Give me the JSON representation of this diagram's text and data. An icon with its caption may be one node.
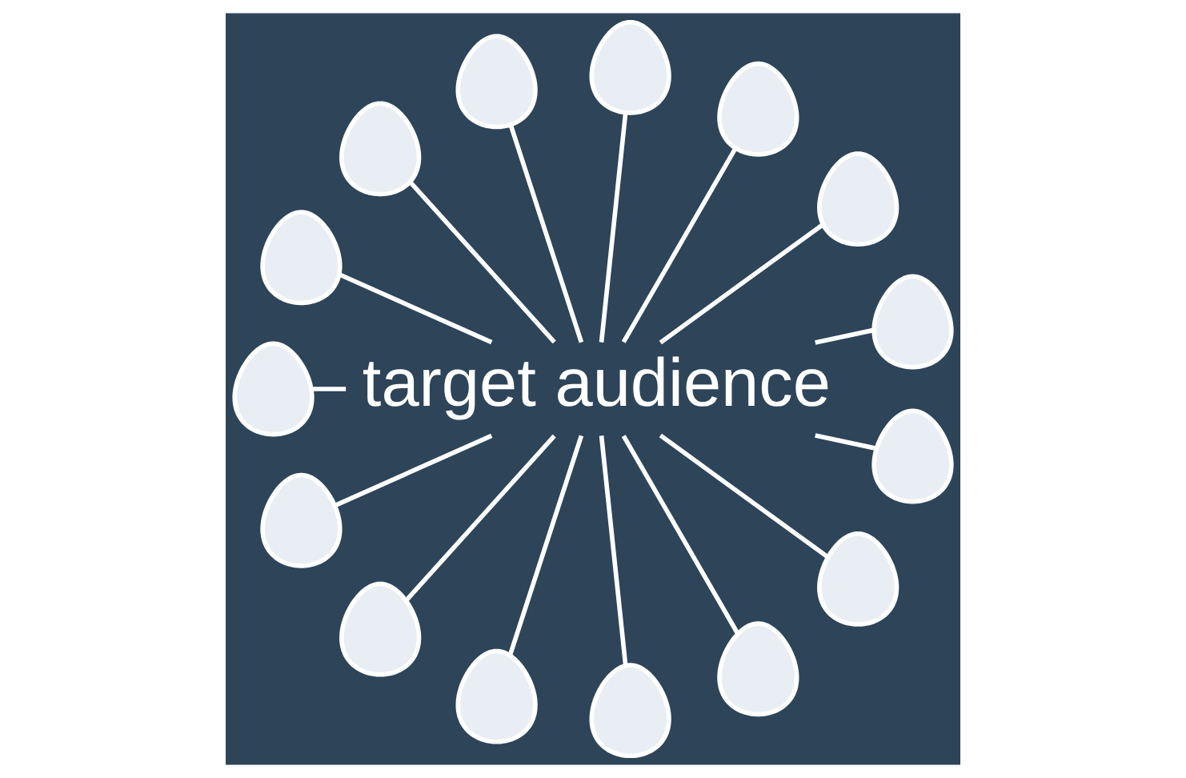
{
  "diagram": {
    "nodes": [
      {
        "text": [
          "target audience"
        ]
      },
      {
        "text": [],
        "shape": "person"
      },
      {
        "text": [],
        "shape": "person"
      },
      {
        "text": [],
        "shape": "person"
      },
      {
        "text": [],
        "shape": "person"
      },
      {
        "text": [],
        "shape": "person"
      },
      {
        "text": [],
        "shape": "person"
      },
      {
        "text": [],
        "shape": "person"
      },
      {
        "text": [],
        "shape": "person"
      },
      {
        "text": [],
        "shape": "person"
      },
      {
        "text": [],
        "shape": "person"
      },
      {
        "text": [],
        "shape": "person"
      },
      {
        "text": [],
        "shape": "person"
      },
      {
        "text": [],
        "shape": "person"
      },
      {
        "text": [],
        "shape": "person"
      },
      {
        "text": [],
        "shape": "person"
      }
    ],
    "edges": [
      {
        "from": 0,
        "to": 1,
        "arrow": "none"
      },
      {
        "from": 0,
        "to": 2,
        "arrow": "none"
      },
      {
        "from": 0,
        "to": 3,
        "arrow": "none"
      },
      {
        "from": 0,
        "to": 4,
        "arrow": "none"
      },
      {
        "from": 0,
        "to": 5,
        "arrow": "none"
      },
      {
        "from": 0,
        "to": 6,
        "arrow": "none"
      },
      {
        "from": 0,
        "to": 7,
        "arrow": "none"
      },
      {
        "from": 0,
        "to": 8,
        "arrow": "none"
      },
      {
        "from": 0,
        "to": 9,
        "arrow": "none"
      },
      {
        "from": 0,
        "to": 10,
        "arrow": "none"
      },
      {
        "from": 0,
        "to": 11,
        "arrow": "none"
      },
      {
        "from": 0,
        "to": 12,
        "arrow": "none"
      },
      {
        "from": 0,
        "to": 13,
        "arrow": "none"
      },
      {
        "from": 0,
        "to": 14,
        "arrow": "none"
      },
      {
        "from": 0,
        "to": 15,
        "arrow": "none"
      }
    ]
  }
}
